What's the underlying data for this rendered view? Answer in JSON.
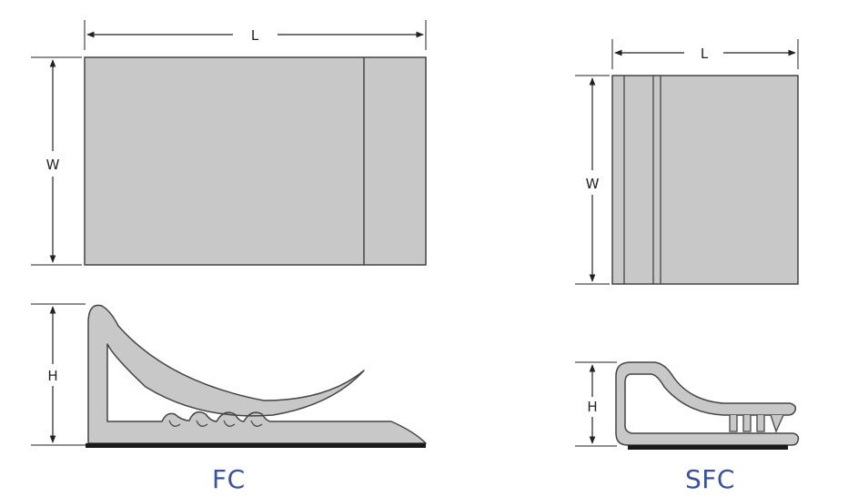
{
  "fc": {
    "label": "FC",
    "dims": {
      "length": "L",
      "width": "W",
      "height": "H"
    }
  },
  "sfc": {
    "label": "SFC",
    "dims": {
      "length": "L",
      "width": "W",
      "height": "H"
    }
  },
  "colors": {
    "part_fill": "#c8c8c8",
    "outline": "#444444",
    "adhesive": "#1a1a1a",
    "dimension_line": "#222222",
    "caption": "#3a4fa8"
  }
}
